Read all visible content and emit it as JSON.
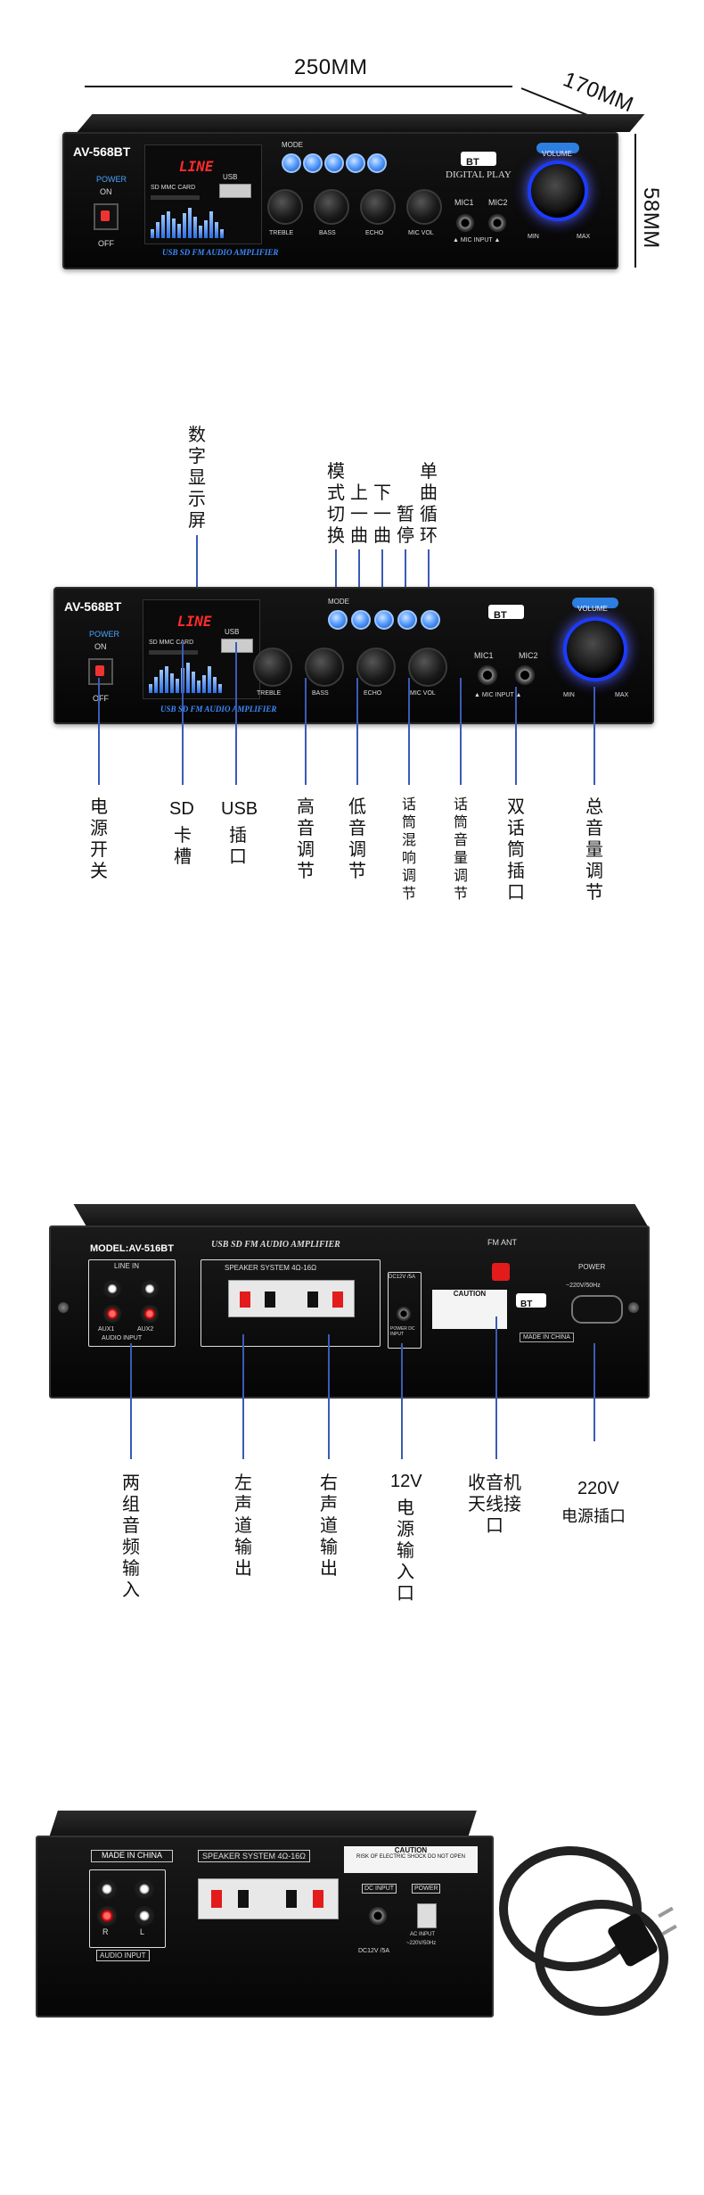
{
  "dimensions": {
    "width": "250MM",
    "depth": "170MM",
    "height": "58MM"
  },
  "product": {
    "model_front": "AV-568BT",
    "model_rear": "MODEL:AV-516BT",
    "display_text": "LINE",
    "power_label": "POWER",
    "on_label": "ON",
    "off_label": "OFF",
    "card_label": "SD MMC CARD",
    "usb_label": "USB",
    "mode_label": "MODE",
    "bt_label": "BT",
    "digital_play": "DIGITAL PLAY",
    "volume_label": "VOLUME",
    "mic1": "MIC1",
    "mic2": "MIC2",
    "mic_input": "▲ MIC INPUT ▲",
    "knob_labels": [
      "TREBLE",
      "BASS",
      "ECHO",
      "MIC VOL"
    ],
    "min": "MIN",
    "max": "MAX",
    "slogan": "USB SD FM AUDIO AMPLIFIER"
  },
  "front_callouts_top": [
    {
      "text": "数字显示屏"
    },
    {
      "text": "模式切换"
    },
    {
      "text": "上一曲"
    },
    {
      "text": "下一曲"
    },
    {
      "text": "暂停"
    },
    {
      "text": "单曲循环"
    }
  ],
  "front_callouts_bottom": [
    {
      "text": "电源开关"
    },
    {
      "text": "SD卡槽"
    },
    {
      "text": "USB插口"
    },
    {
      "text": "高音调节"
    },
    {
      "text": "低音调节"
    },
    {
      "text": "话筒混响调节"
    },
    {
      "text": "话筒音量调节"
    },
    {
      "text": "双话筒插口"
    },
    {
      "text": "总音量调节"
    }
  ],
  "rear": {
    "line_in": "LINE IN",
    "aux1": "AUX1",
    "aux2": "AUX2",
    "audio_input": "AUDIO INPUT",
    "speaker_system": "SPEAKER SYSTEM 4Ω-16Ω",
    "dc_label": "DC12V /5A",
    "power_dc_input": "POWER DC INPUT",
    "fm_ant": "FM ANT",
    "caution": "CAUTION",
    "power_ac": "POWER",
    "ac_rating": "~220V/50Hz",
    "made_in_china": "MADE IN CHINA"
  },
  "rear_callouts": [
    {
      "text": "两组音频输入"
    },
    {
      "text": "左声道输出"
    },
    {
      "text": "右声道输出"
    },
    {
      "text": "12V电源输入口"
    },
    {
      "text": "收音机天线接口"
    },
    {
      "text": "220V电源插口"
    }
  ],
  "rear2": {
    "made_in_china": "MADE IN CHINA",
    "speaker_system": "SPEAKER SYSTEM 4Ω-16Ω",
    "audio_input": "AUDIO INPUT",
    "r": "R",
    "l": "L",
    "dc_input": "DC INPUT",
    "power": "POWER",
    "dc_rating": "DC12V /5A",
    "ac_input": "AC INPUT",
    "ac_rating": "~220V/50Hz",
    "caution": "CAUTION",
    "caution_sub": "RISK OF ELECTRIC SHOCK DO NOT OPEN"
  },
  "colors": {
    "accent_blue": "#3b5bb5",
    "led_red": "#ff2b2b",
    "volume_glow": "#1b3cff"
  }
}
